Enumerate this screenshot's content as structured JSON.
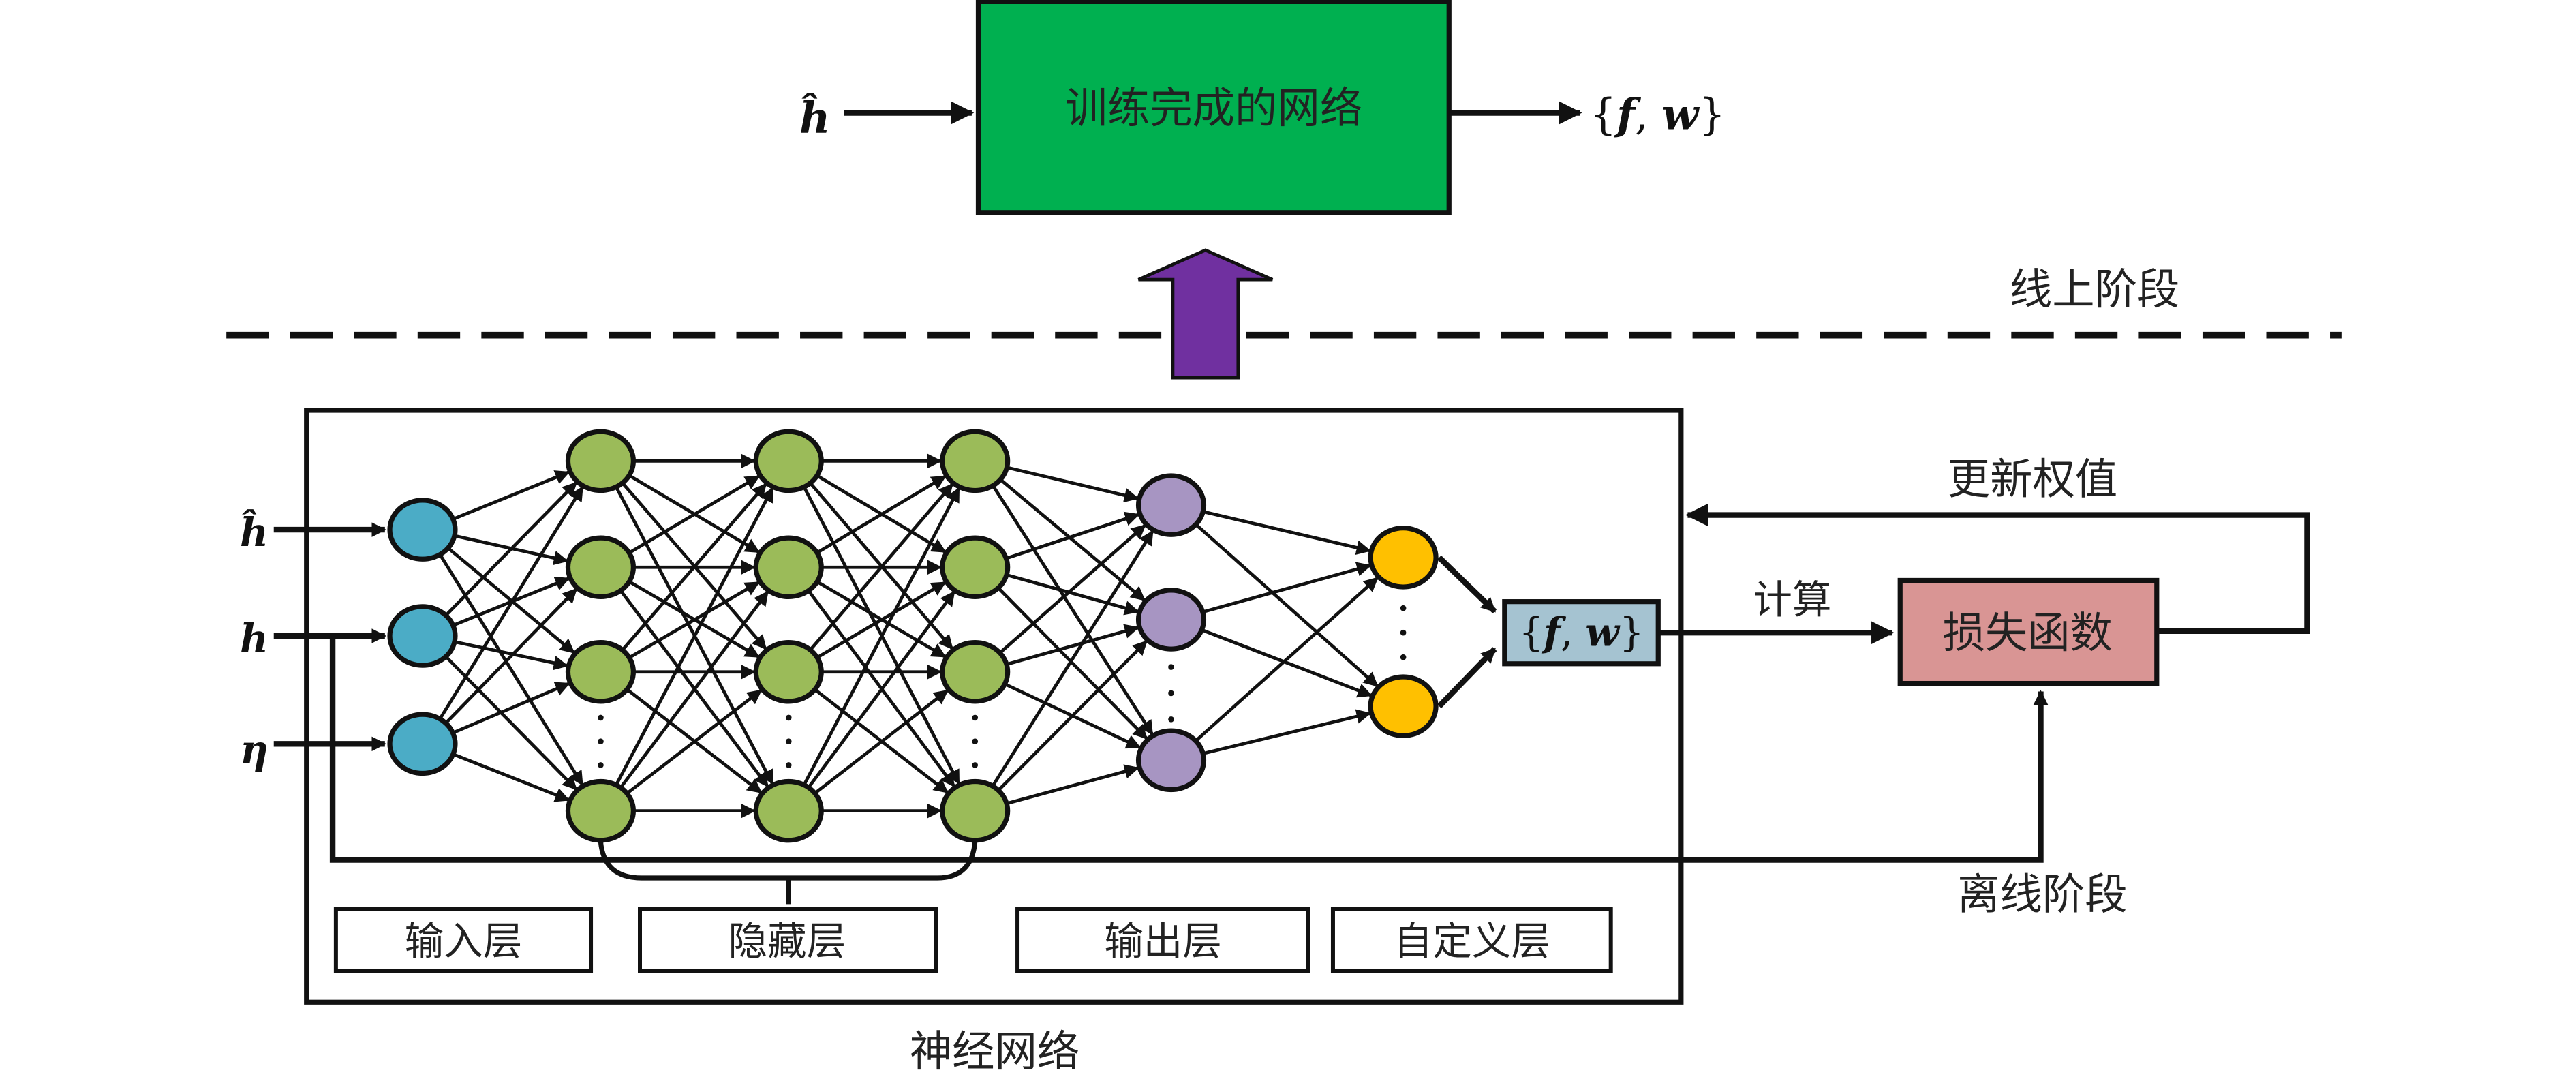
{
  "online": {
    "trained_network_label": "训练完成的网络",
    "input_symbol": "ĥ",
    "output_set": {
      "open": "{",
      "f": "f",
      "comma": ", ",
      "w": "w",
      "close": "}"
    },
    "phase_label": "线上阶段"
  },
  "offline": {
    "inputs": [
      "ĥ",
      "h",
      "η"
    ],
    "output_set": {
      "open": "{",
      "f": "f",
      "comma": ", ",
      "w": "w",
      "close": "}"
    },
    "compute_label": "计算",
    "loss_function_label": "损失函数",
    "update_weights_label": "更新权值",
    "phase_label": "离线阶段",
    "layer_labels": {
      "input": "输入层",
      "hidden": "隐藏层",
      "output": "输出层",
      "custom": "自定义层"
    },
    "network_label": "神经网络"
  },
  "colors": {
    "trained_network_fill": "#00B050",
    "big_arrow_fill": "#7030A0",
    "input_nodes": "#4BACC6",
    "hidden_nodes": "#9BBB59",
    "output_nodes": "#A795C2",
    "custom_nodes": "#FFC000",
    "output_set_box": "#A5C3D1",
    "loss_box": "#D99594"
  },
  "icons": {
    "ellipsis": "vertical-dots-icon"
  }
}
